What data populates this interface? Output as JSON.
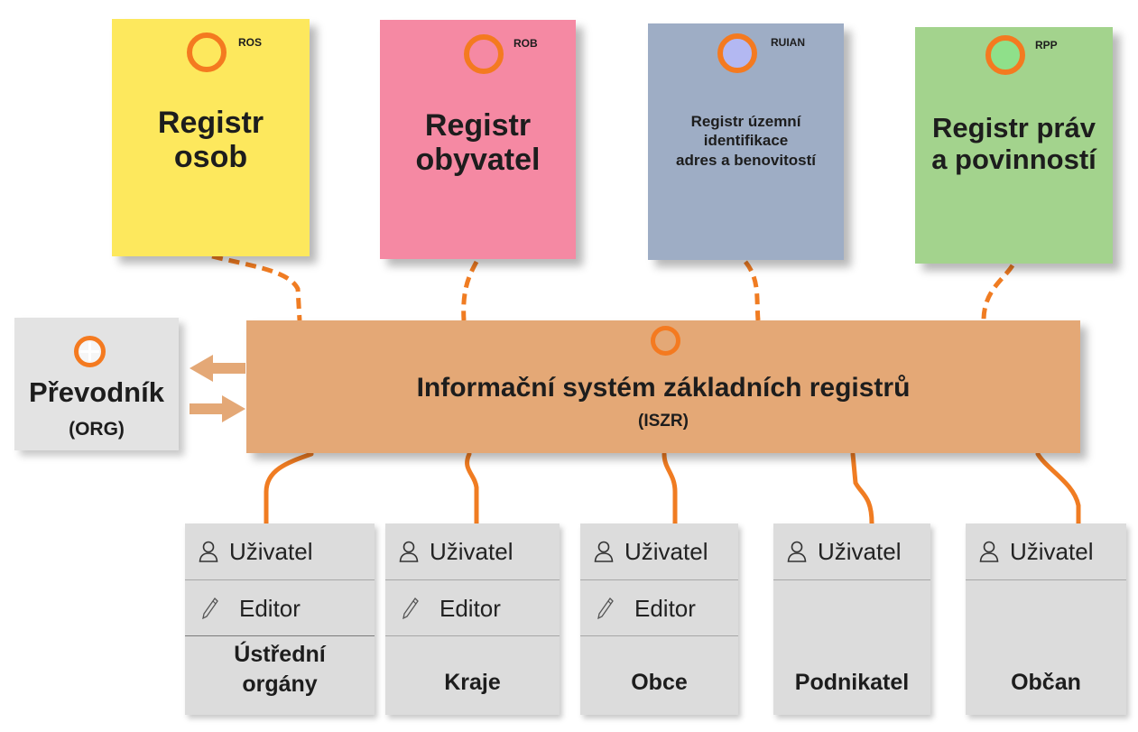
{
  "colors": {
    "accent": "#f47a20",
    "ros": "#fde85d",
    "rob": "#f589a3",
    "ruian": "#9eadc5",
    "rpp": "#a3d38d",
    "iszr": "#e4a876",
    "converter": "#e3e3e3",
    "card": "#dcdcdc"
  },
  "registries": [
    {
      "abbr": "ROS",
      "title_lines": [
        "Registr",
        "osob"
      ]
    },
    {
      "abbr": "ROB",
      "title_lines": [
        "Registr",
        "obyvatel"
      ]
    },
    {
      "abbr": "RUIAN",
      "title_lines": [
        "Registr územní",
        "identifikace",
        "adres a benovitostí"
      ]
    },
    {
      "abbr": "RPP",
      "title_lines": [
        "Registr práv",
        "a povinností"
      ]
    }
  ],
  "iszr": {
    "title": "Informační systém základních registrů",
    "abbr": "(ISZR)"
  },
  "converter": {
    "title": "Převodník",
    "abbr": "(ORG)"
  },
  "role_labels": {
    "user": "Uživatel",
    "editor": "Editor"
  },
  "icons": {
    "registry_marker": "orange-ring-icon",
    "user": "user-icon",
    "editor": "pencil-icon",
    "exchange": "double-arrow-icon"
  },
  "user_groups": [
    {
      "name_lines": [
        "Ústřední",
        "orgány"
      ],
      "roles": [
        "Uživatel",
        "Editor"
      ]
    },
    {
      "name_lines": [
        "Kraje"
      ],
      "roles": [
        "Uživatel",
        "Editor"
      ]
    },
    {
      "name_lines": [
        "Obce"
      ],
      "roles": [
        "Uživatel",
        "Editor"
      ]
    },
    {
      "name_lines": [
        "Podnikatel"
      ],
      "roles": [
        "Uživatel"
      ]
    },
    {
      "name_lines": [
        "Občan"
      ],
      "roles": [
        "Uživatel"
      ]
    }
  ]
}
